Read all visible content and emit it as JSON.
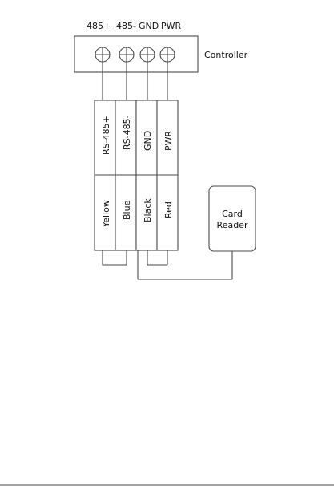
{
  "terminals": [
    "485+",
    "485-",
    "GND",
    "PWR"
  ],
  "controller_label": "Controller",
  "signal_labels": [
    "RS-485+",
    "RS-485-",
    "GND",
    "PWR"
  ],
  "wire_colors": [
    "Yellow",
    "Blue",
    "Black",
    "Red"
  ],
  "card_reader": {
    "line1": "Card",
    "line2": "Reader"
  }
}
